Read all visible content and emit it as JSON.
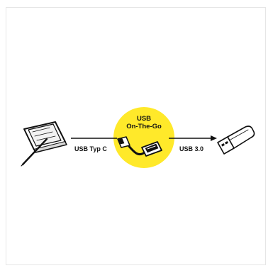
{
  "diagram": {
    "center_title_line1": "USB",
    "center_title_line2": "On-The-Go",
    "left_connection_label": "USB Typ C",
    "right_connection_label": "USB 3.0",
    "left_device_icon": "smartphone-with-stylus-icon",
    "center_icon": "otg-adapter-cable-icon",
    "right_device_icon": "usb-flash-drive-icon",
    "accent_color": "#ffe92a",
    "line_color": "#111111"
  }
}
